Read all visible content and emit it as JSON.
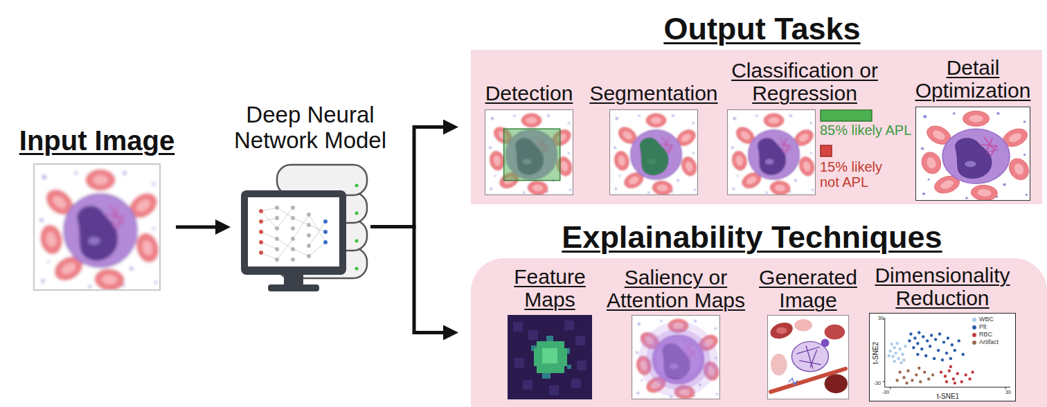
{
  "diagram": {
    "nodes": [
      {
        "text": [
          "Input Image"
        ]
      },
      {
        "text": [
          "Deep Neural Network Model"
        ]
      },
      {
        "text": [
          "Output Tasks"
        ]
      },
      {
        "text": [
          "Detection"
        ],
        "in": 2
      },
      {
        "text": [
          "Segmentation"
        ],
        "in": 2
      },
      {
        "text": [
          "Classification or Regression"
        ],
        "in": 2
      },
      {
        "text": [
          "Detail Optimization"
        ],
        "in": 2
      },
      {
        "text": [
          "Explainability Techniques"
        ]
      },
      {
        "text": [
          "Feature Maps"
        ],
        "in": 7
      },
      {
        "text": [
          "Saliency or Attention Maps"
        ],
        "in": 7
      },
      {
        "text": [
          "Generated Image"
        ],
        "in": 7
      },
      {
        "text": [
          "Dimensionality Reduction"
        ],
        "in": 7
      }
    ],
    "edges": [
      {
        "from": 0,
        "to": 1,
        "arrow": "to"
      },
      {
        "from": 1,
        "to": 2,
        "arrow": "to"
      },
      {
        "from": 1,
        "to": 7,
        "arrow": "to"
      }
    ],
    "labels": [
      "85% likely APL",
      "15% likely not APL",
      "t-SNE2",
      "t-SNE1",
      "30",
      "-30",
      "-30",
      "30"
    ],
    "legend": [
      {
        "text": "WBC",
        "color": "#a9cbec"
      },
      {
        "text": "Plt",
        "color": "#2a5caa"
      },
      {
        "text": "RBC",
        "color": "#c23b3b"
      },
      {
        "text": "Artifact",
        "color": "#9a6b50"
      }
    ]
  }
}
